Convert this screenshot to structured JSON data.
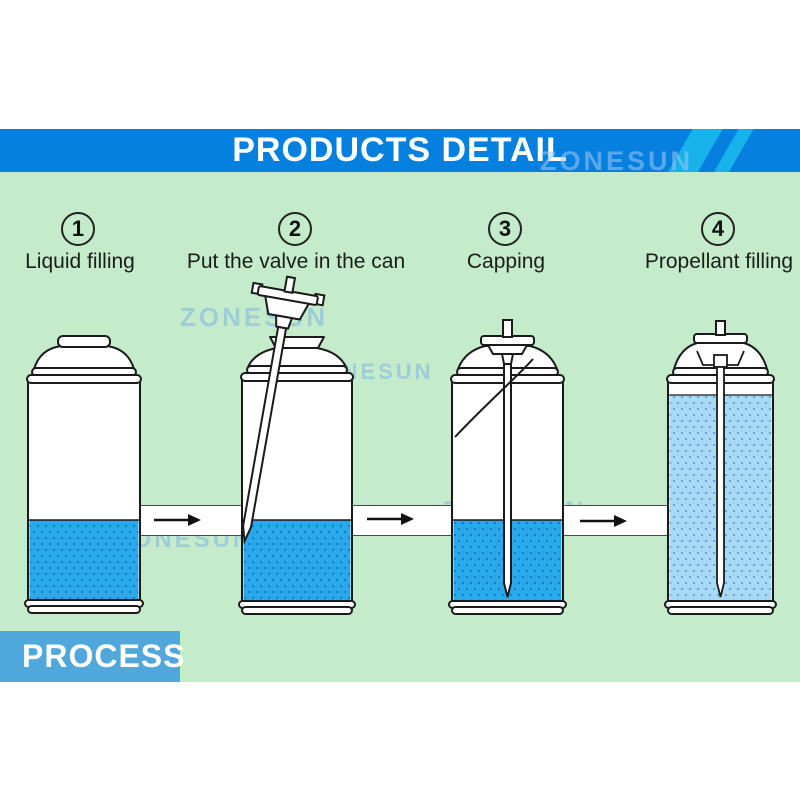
{
  "header": {
    "title": "PRODUCTS DETAIL"
  },
  "watermark": {
    "brand": "ZONESUN"
  },
  "steps": [
    {
      "number": "1",
      "label": "Liquid filling"
    },
    {
      "number": "2",
      "label": "Put the valve in the can"
    },
    {
      "number": "3",
      "label": "Capping"
    },
    {
      "number": "4",
      "label": "Propellant filling"
    }
  ],
  "process": {
    "label": "PROCESS"
  },
  "diagram": {
    "cans": [
      {
        "step": "1",
        "state": "open can, liquid filled to lower third"
      },
      {
        "step": "2",
        "state": "valve with dip tube inserted at an angle into open can"
      },
      {
        "step": "3",
        "state": "valve seated upright, dip tube in liquid, crimp curve shown"
      },
      {
        "step": "4",
        "state": "sealed can fully charged with propellant"
      }
    ]
  },
  "colors": {
    "header_blue": "#0680DE",
    "stripe_blue": "#18B2EA",
    "background_green": "#C5ECCA",
    "process_blue": "#4FA7DB",
    "liquid_blue": "#29A9EC",
    "propellant_blue": "#A9DAF5"
  }
}
